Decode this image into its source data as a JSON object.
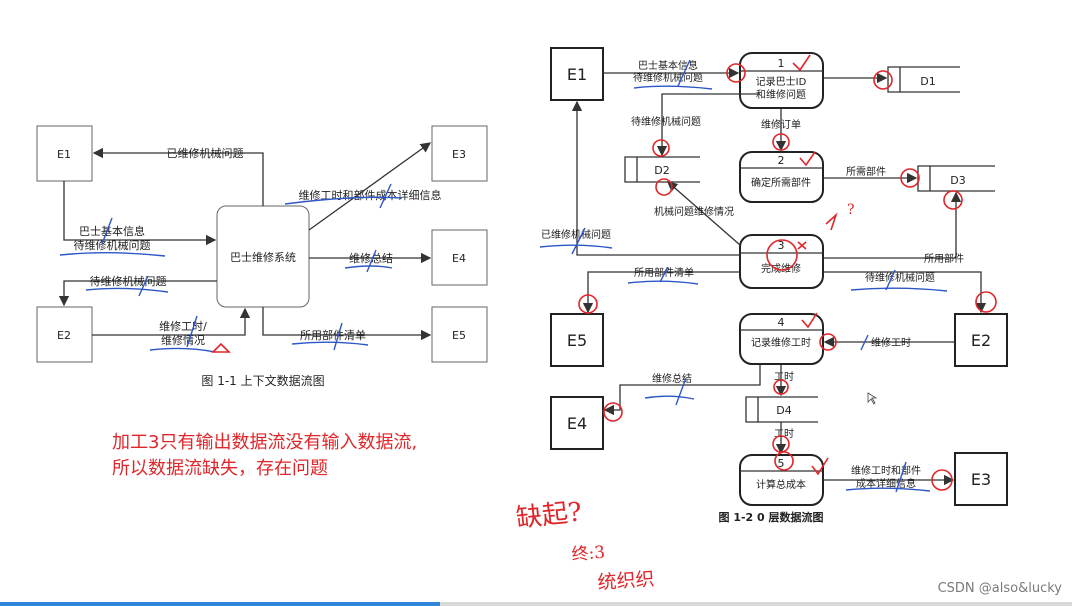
{
  "diagram1": {
    "entities": {
      "e1": "E1",
      "e2": "E2",
      "e3": "E3",
      "e4": "E4",
      "e5": "E5"
    },
    "system": "巴士维修系统",
    "flows": {
      "reported_problem": "已维修机械问题",
      "basic_info": "巴士基本信息",
      "pending_problem": "待维修机械问题",
      "pending_problem_2": "待维修机械问题",
      "labor_hours": "维修工时/",
      "repair_status": "维修情况",
      "cost_detail": "维修工时和部件成本详细信息",
      "summary": "维修总结",
      "parts_list": "所用部件清单"
    },
    "caption": "图 1-1 上下文数据流图"
  },
  "diagram2": {
    "entities": {
      "e1": "E1",
      "e2": "E2",
      "e3": "E3",
      "e4": "E4",
      "e5": "E5"
    },
    "processes": [
      {
        "num": "1",
        "label1": "记录巴士ID",
        "label2": "和维修问题"
      },
      {
        "num": "2",
        "label1": "确定所需部件",
        "label2": ""
      },
      {
        "num": "3",
        "label1": "完成维修",
        "label2": ""
      },
      {
        "num": "4",
        "label1": "记录维修工时",
        "label2": ""
      },
      {
        "num": "5",
        "label1": "计算总成本",
        "label2": ""
      }
    ],
    "stores": {
      "d1": "D1",
      "d2": "D2",
      "d3": "D3",
      "d4": "D4"
    },
    "flows": {
      "basic_info": "巴士基本信息",
      "pending_problem": "待维修机械问题",
      "pending_problem_left": "待维修机械问题",
      "repair_order": "维修订单",
      "needed_parts": "所需部件",
      "problem_status": "机械问题维修情况",
      "repaired_problem": "已维修机械问题",
      "used_parts": "所用部件",
      "used_parts_list": "所用部件清单",
      "pending_problem_e2": "待维修机械问题",
      "labor_hours": "维修工时",
      "hours": "工时",
      "hours_2": "工时",
      "summary": "维修总结",
      "cost_detail_1": "维修工时和部件",
      "cost_detail_2": "成本详细信息"
    },
    "caption": "图 1-2 0 层数据流图"
  },
  "annotations": {
    "note_line1": "加工3只有输出数据流没有输入数据流,",
    "note_line2": "所以数据流缺失，存在问题",
    "handwriting_1": "缺起?",
    "handwriting_2": "终:3",
    "handwriting_3": "统织织",
    "mark_question": "?"
  },
  "watermark": "CSDN @also&lucky",
  "colors": {
    "annotation": "#e0262a",
    "pen_blue": "#2d57c7",
    "progress": "#2f86d9"
  },
  "video_progress": 0.41
}
